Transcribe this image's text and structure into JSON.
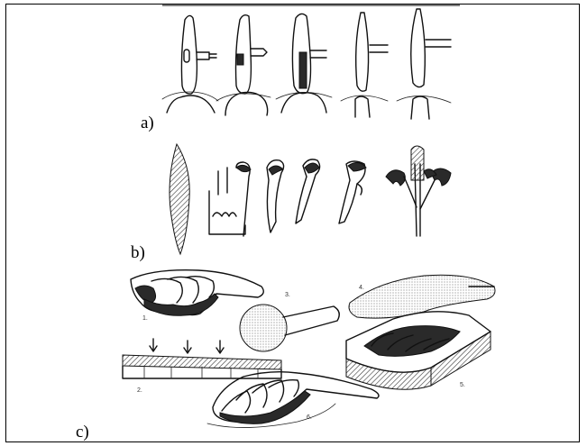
{
  "figure": {
    "panel_labels": {
      "a": "a)",
      "b": "b)",
      "c": "c)"
    },
    "step_numbers": [
      "1.",
      "2.",
      "3.",
      "4.",
      "5.",
      "6."
    ]
  }
}
